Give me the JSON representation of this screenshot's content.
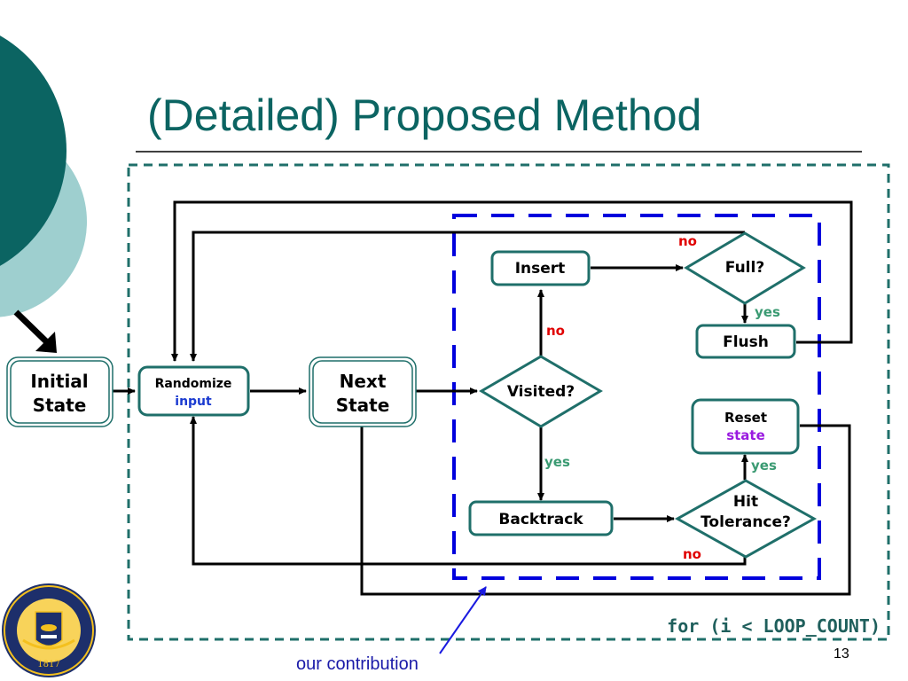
{
  "slide": {
    "title": "(Detailed) Proposed Method",
    "page_number": "13",
    "caption": "our contribution",
    "loop_label": "for (i < LOOP_COUNT)",
    "colors": {
      "title": "#0b6462",
      "dark_teal_circle": "#0b6462",
      "light_teal_circle": "#9ecfcf",
      "outer_dashed_border": "#1f6f6a",
      "contribution_border": "#0000dd",
      "no_label": "#e00000",
      "yes_label": "#3a9a72",
      "input_text": "#1a3ad0",
      "state_text": "#9a1ae0"
    }
  },
  "nodes": {
    "initial_state": {
      "line1": "Initial",
      "line2": "State"
    },
    "randomize": {
      "line1": "Randomize",
      "line2": "input"
    },
    "next_state": {
      "line1": "Next",
      "line2": "State"
    },
    "visited": {
      "label": "Visited?"
    },
    "insert": {
      "label": "Insert"
    },
    "full": {
      "label": "Full?"
    },
    "flush": {
      "label": "Flush"
    },
    "backtrack": {
      "label": "Backtrack"
    },
    "hit_tolerance": {
      "line1": "Hit",
      "line2": "Tolerance?"
    },
    "reset": {
      "line1": "Reset",
      "line2": "state"
    }
  },
  "edge_labels": {
    "visited_no": "no",
    "visited_yes": "yes",
    "full_no": "no",
    "full_yes": "yes",
    "tolerance_yes": "yes",
    "tolerance_no": "no"
  },
  "logo": {
    "name": "University of Michigan seal",
    "year": "1817",
    "text": "THE UNIVERSITY OF MICHIGAN"
  }
}
